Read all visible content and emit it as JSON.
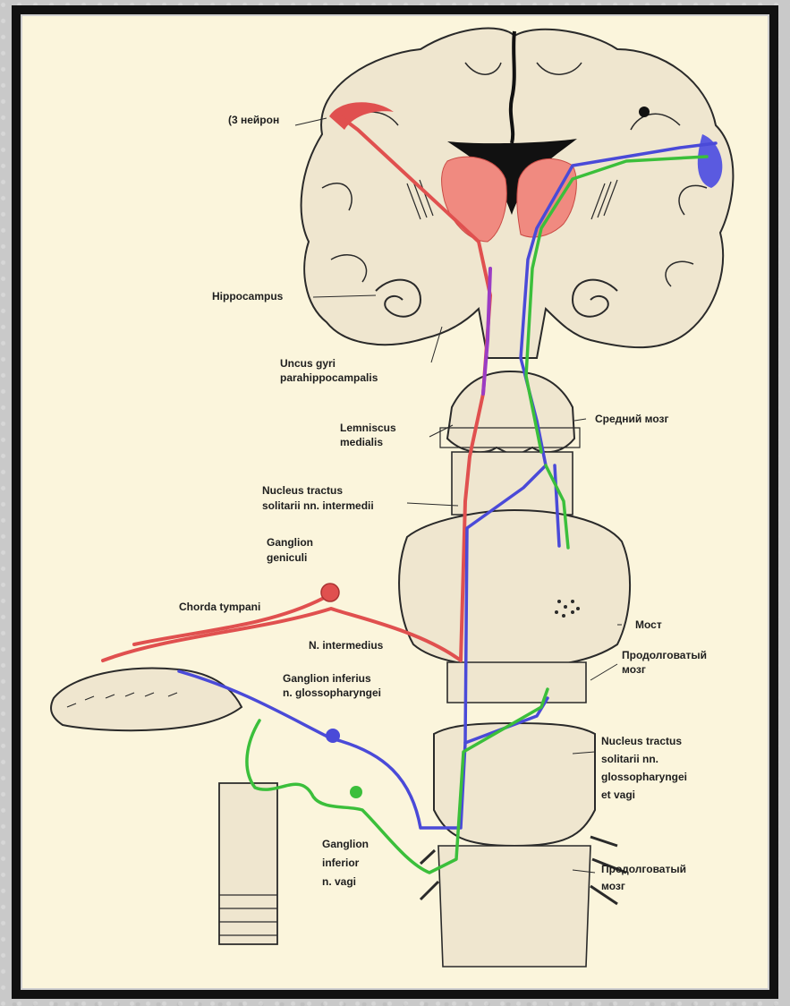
{
  "labels": {
    "neuron3": "(3 нейрон",
    "hippocampus": "Hippocampus",
    "uncus_line1": "Uncus gyri",
    "uncus_line2": "parahippocampalis",
    "lemniscus_line1": "Lemniscus",
    "lemniscus_line2": "medialis",
    "midbrain": "Средний мозг",
    "nucleus_solitarii_int_line1": "Nucleus tractus",
    "nucleus_solitarii_int_line2": "solitarii nn. intermedii",
    "ganglion_geniculi_line1": "Ganglion",
    "ganglion_geniculi_line2": "geniculi",
    "chorda_tympani": "Chorda tympani",
    "pons": "Мост",
    "n_intermedius": "N. intermedius",
    "medulla_upper_line1": "Продолговатый",
    "medulla_upper_line2": "мозг",
    "ganglion_inferius_gp_line1": "Ganglion inferius",
    "ganglion_inferius_gp_line2": "n. glossopharyngei",
    "nucleus_solitarii_gv_line1": "Nucleus tractus",
    "nucleus_solitarii_gv_line2": "solitarii nn.",
    "nucleus_solitarii_gv_line3": "glossopharyngei",
    "nucleus_solitarii_gv_line4": "et vagi",
    "ganglion_inferior_vagi_line1": "Ganglion",
    "ganglion_inferior_vagi_line2": "inferior",
    "ganglion_inferior_vagi_line3": "n. vagi",
    "medulla_lower_line1": "Продолговатый",
    "medulla_lower_line2": "мозг"
  },
  "colors": {
    "paper": "#fbf5dc",
    "tissue": "#efe6cf",
    "ink": "#2a2a2a",
    "pathway_facial": "#e0504f",
    "pathway_glossopharyngeal": "#4a4ad8",
    "pathway_vagus": "#3bbf3b",
    "pathway_mixed": "#9b3cc4",
    "thalamus_fill": "#f08a80"
  }
}
